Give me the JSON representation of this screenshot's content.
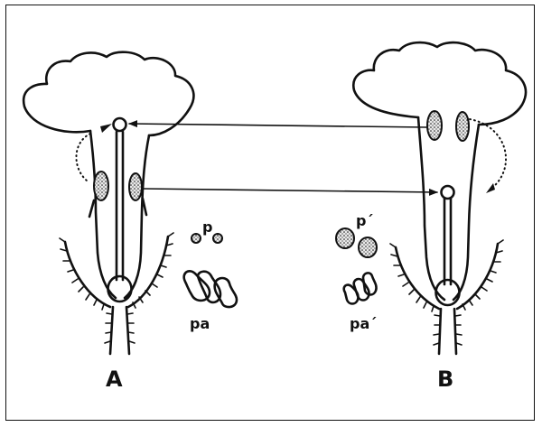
{
  "labels": {
    "flower_a": "A",
    "flower_b": "B",
    "pollen_a": "p",
    "pollen_b": "p´",
    "papillae_a": "pa",
    "papillae_b": "pa´"
  }
}
